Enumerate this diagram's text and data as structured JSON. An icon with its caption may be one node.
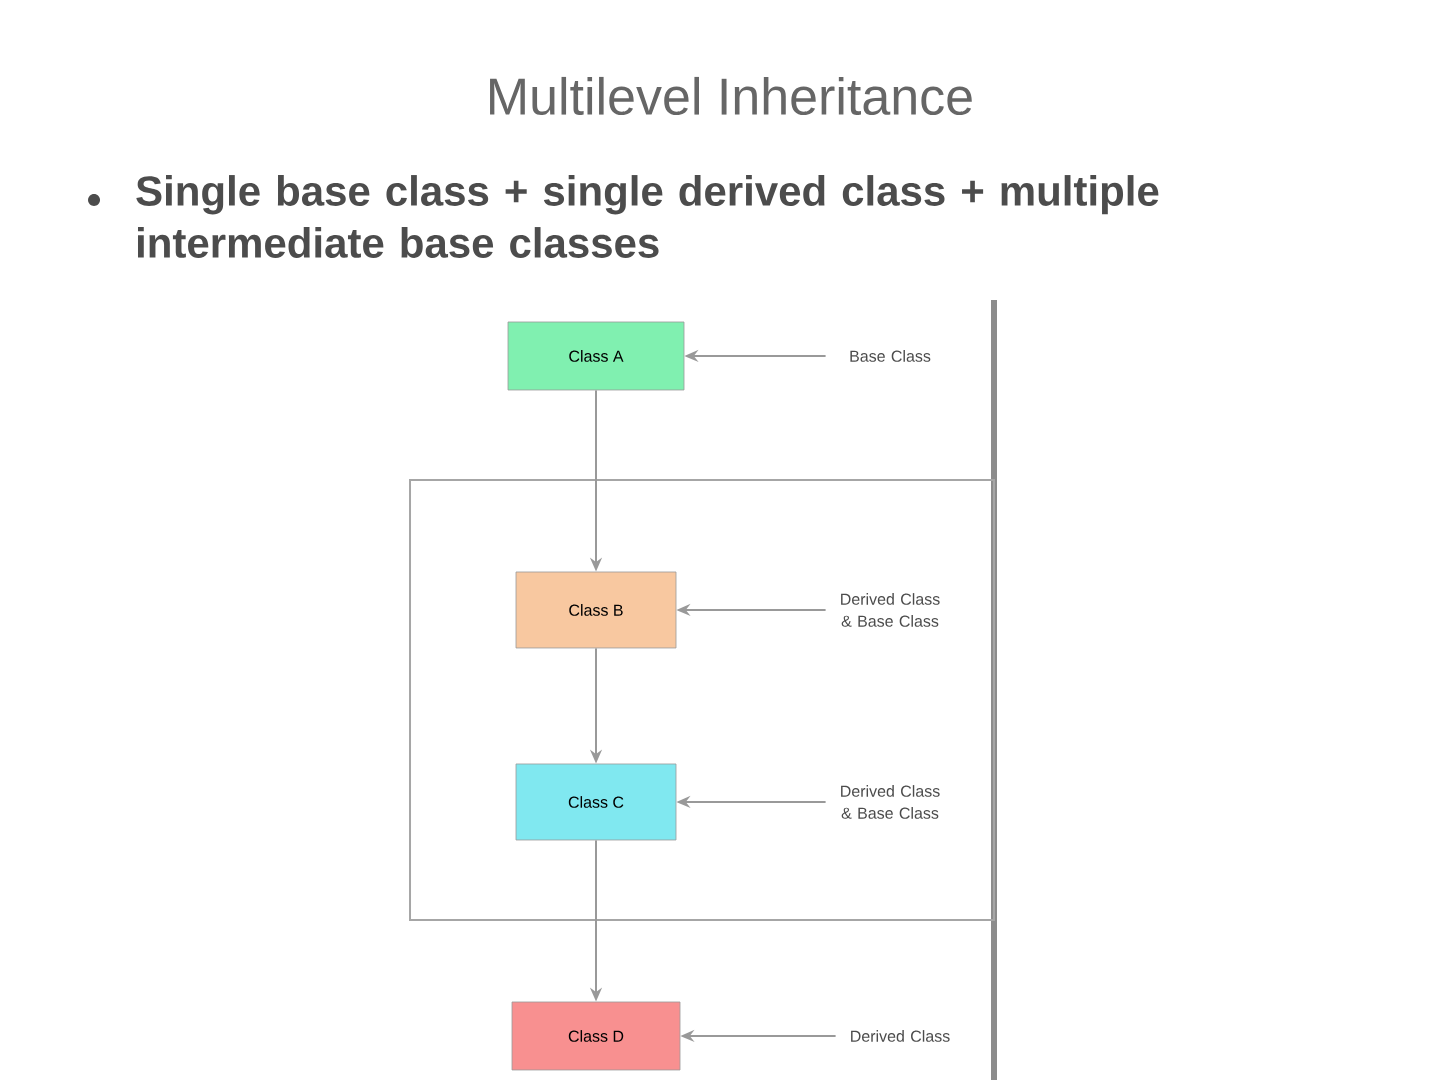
{
  "diagram": {
    "title": "Multilevel  Inheritance",
    "nodes": [
      {
        "text": [
          "Class A"
        ]
      },
      {
        "text": [],
        "shape": "box"
      },
      {
        "text": [
          "Class B"
        ],
        "in": 1
      },
      {
        "text": [
          "Class C"
        ],
        "in": 1
      },
      {
        "text": [
          "Class D"
        ]
      },
      {
        "text": [
          "Base Class"
        ]
      },
      {
        "text": [
          "Derived Class & Base Class"
        ],
        "in": 1
      },
      {
        "text": [
          "Derived Class & Base Class"
        ],
        "in": 1
      },
      {
        "text": [
          "Derived Class"
        ]
      }
    ],
    "edges": [
      {
        "from": 0,
        "to": 2,
        "arrow": "to"
      },
      {
        "from": 2,
        "to": 3,
        "arrow": "to"
      },
      {
        "from": 3,
        "to": 4,
        "arrow": "to"
      },
      {
        "from": 5,
        "to": 0,
        "arrow": "to"
      },
      {
        "from": 6,
        "to": 2,
        "arrow": "to"
      },
      {
        "from": 7,
        "to": 3,
        "arrow": "to"
      },
      {
        "from": 8,
        "to": 4,
        "arrow": "to"
      }
    ],
    "labels": [
      "Single base class + single derived class + multiple intermediate base classes"
    ]
  }
}
